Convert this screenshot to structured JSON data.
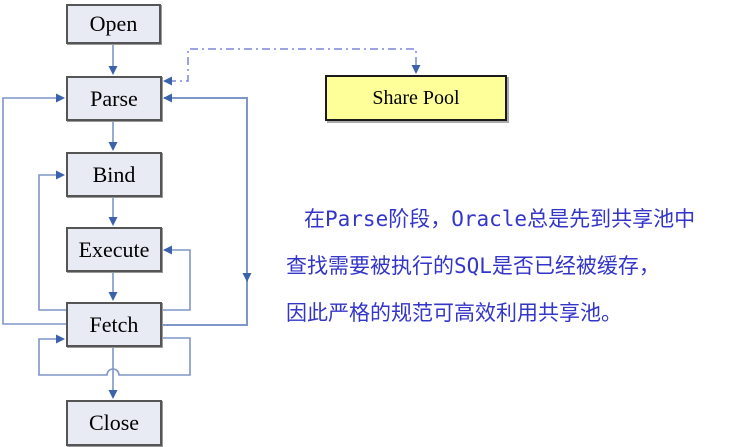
{
  "flowchart": {
    "nodes": [
      {
        "id": "open",
        "label": "Open"
      },
      {
        "id": "parse",
        "label": "Parse"
      },
      {
        "id": "bind",
        "label": "Bind"
      },
      {
        "id": "execute",
        "label": "Execute"
      },
      {
        "id": "fetch",
        "label": "Fetch"
      },
      {
        "id": "close",
        "label": "Close"
      }
    ],
    "share_pool": {
      "label": "Share Pool"
    },
    "edges": [
      {
        "from": "open",
        "to": "parse",
        "style": "solid-arrow"
      },
      {
        "from": "parse",
        "to": "bind",
        "style": "solid-arrow"
      },
      {
        "from": "bind",
        "to": "execute",
        "style": "solid-arrow"
      },
      {
        "from": "execute",
        "to": "fetch",
        "style": "solid-arrow"
      },
      {
        "from": "fetch",
        "to": "close",
        "style": "solid-arrow"
      },
      {
        "from": "fetch",
        "to": "parse",
        "style": "loop-left"
      },
      {
        "from": "fetch",
        "to": "bind",
        "style": "loop-left"
      },
      {
        "from": "fetch",
        "to": "execute",
        "style": "loop-right"
      },
      {
        "from": "fetch",
        "to": "fetch",
        "style": "self-loop-bottom"
      },
      {
        "from": "fetch",
        "to": "parse",
        "style": "loop-right"
      },
      {
        "from": "parse",
        "to": "share_pool",
        "style": "dash-dot-double-arrow"
      }
    ]
  },
  "note": {
    "lines": [
      "在Parse阶段，Oracle总是先到共享池中",
      "查找需要被执行的SQL是否已经被缓存，",
      "因此严格的规范可高效利用共享池。"
    ]
  },
  "colors": {
    "background": "#ffffff",
    "box_fill": "#e8ebf4",
    "box_border": "#555555",
    "share_pool_fill": "#ffff99",
    "share_pool_border": "#1a1a1a",
    "connector": "#7e96c8",
    "arrowhead": "#3a62ad",
    "dash_dot": "#7c85da",
    "note_text": "#3336c8"
  }
}
